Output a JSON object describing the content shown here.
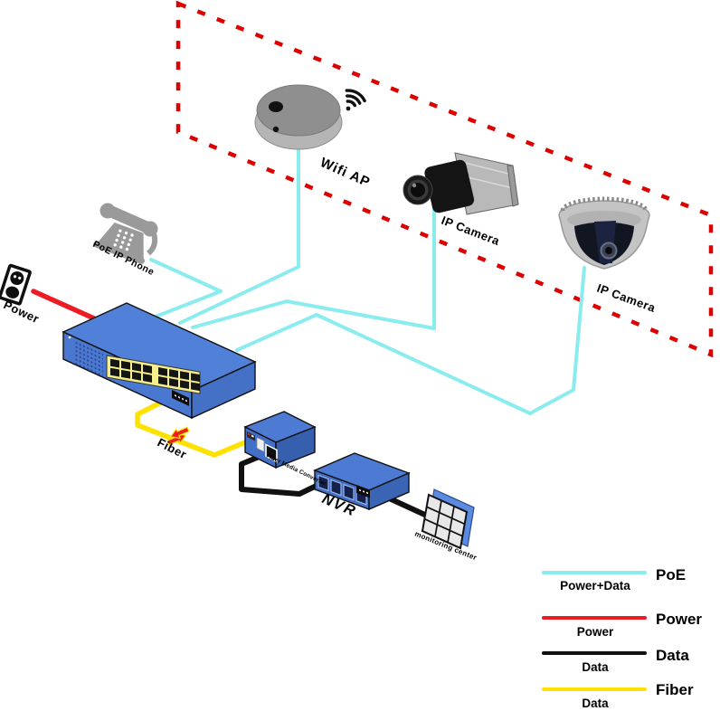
{
  "diagram": {
    "colors": {
      "boundary": "#dd0000",
      "poe": "#8aecef",
      "power": "#ed1c24",
      "data": "#111111",
      "fiber": "#ffe100",
      "device_blue": "#4b78d0"
    },
    "labels": {
      "wifi_ap": "Wifi AP",
      "ip_camera_box": "IP Camera",
      "ip_camera_dome": "IP Camera",
      "poe_ip_phone": "PoE IP Phone",
      "power": "Power",
      "fiber": "Fiber",
      "fiber_media_converter": "Fiber Media Converter",
      "nvr": "NVR",
      "monitoring_center": "monitoring center"
    }
  },
  "legend": {
    "items": [
      {
        "label": "PoE",
        "caption": "Power+Data",
        "color": "#8aecef"
      },
      {
        "label": "Power",
        "caption": "Power",
        "color": "#ed1c24"
      },
      {
        "label": "Data",
        "caption": "Data",
        "color": "#111111"
      },
      {
        "label": "Fiber",
        "caption": "Data",
        "color": "#ffe100"
      }
    ]
  }
}
